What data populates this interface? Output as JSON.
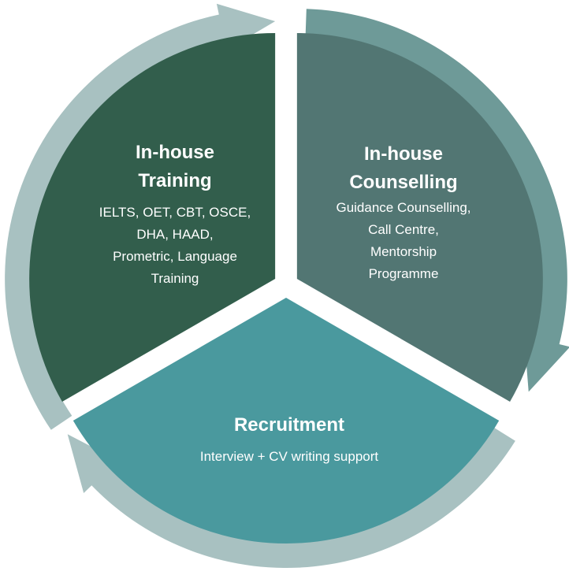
{
  "colors": {
    "training_fill": "#325e4c",
    "counselling_fill": "#527673",
    "recruitment_fill": "#4a999e",
    "training_ring": "#a8c1c1",
    "counselling_ring": "#6e9a98",
    "recruitment_ring": "#a8c1c1"
  },
  "segments": [
    {
      "id": "training",
      "title": [
        "In-house",
        "Training"
      ],
      "details": [
        "IELTS, OET, CBT, OSCE,",
        "DHA, HAAD,",
        "Prometric, Language",
        "Training"
      ]
    },
    {
      "id": "counselling",
      "title": [
        "In-house",
        "Counselling"
      ],
      "details": [
        "Guidance Counselling,",
        "Call Centre,",
        "Mentorship",
        "Programme"
      ]
    },
    {
      "id": "recruitment",
      "title": [
        "Recruitment"
      ],
      "details": [
        "Interview + CV writing support"
      ]
    }
  ]
}
